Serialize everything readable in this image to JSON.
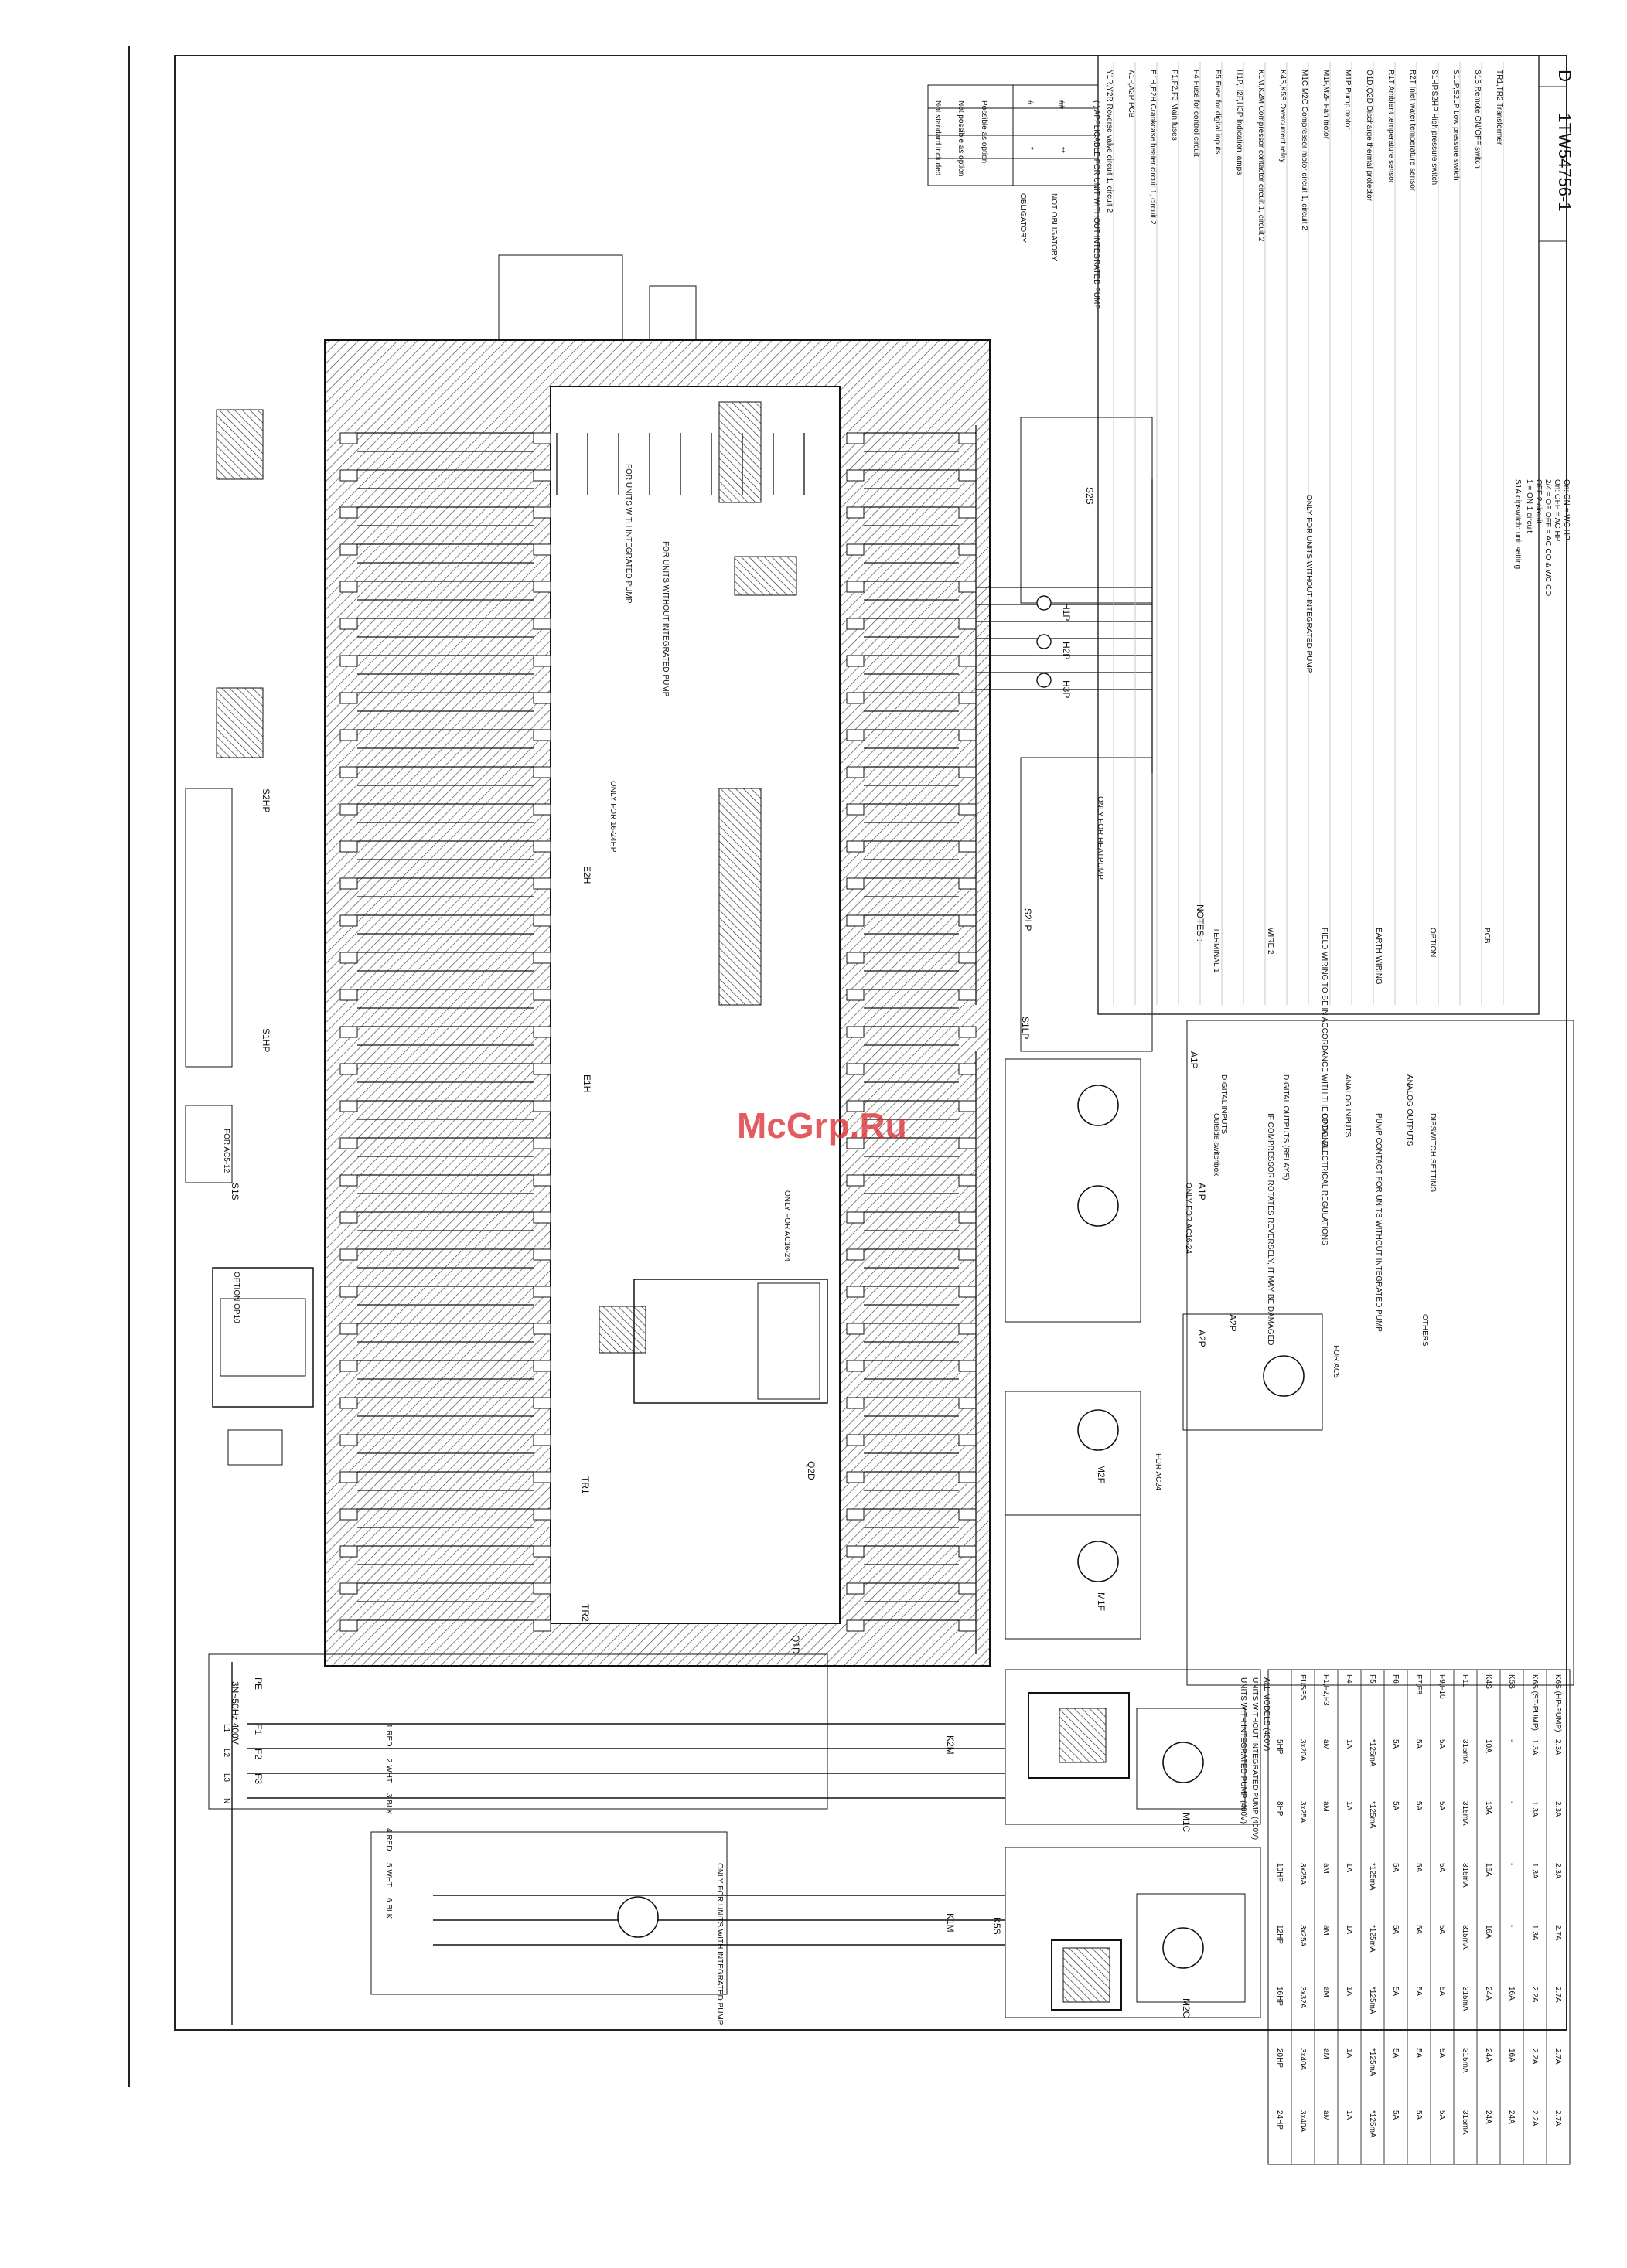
{
  "watermark": "McGrp.Ru",
  "drawing_number": "1TW54756-1",
  "revision": "D",
  "panels": [
    {
      "id": "c_opt_pump",
      "label": "ONLY FOR UNITS WITH INTEGRATED PUMP"
    },
    {
      "id": "c_ac16_24",
      "label": "ONLY FOR AC16-24"
    },
    {
      "id": "c_fan_ac24",
      "label": "ONLY FOR AC16-24"
    },
    {
      "id": "c_ac5",
      "label": "FOR AC5"
    },
    {
      "id": "c_ac24",
      "label": "FOR AC24"
    },
    {
      "id": "c_ac5_12",
      "label": "FOR AC5-12"
    },
    {
      "id": "c_wo_pump",
      "label": "FOR UNITS WITHOUT INTEGRATED PUMP"
    },
    {
      "id": "c_heatpump",
      "label": "ONLY FOR HEATPUMP"
    },
    {
      "id": "c_16_24",
      "label": "ONLY FOR 16-24HP"
    },
    {
      "id": "c_w_pump",
      "label": "FOR UNITS WITH INTEGRATED PUMP"
    },
    {
      "id": "c_op10",
      "label": "OPTION OP10"
    },
    {
      "id": "c_op_without",
      "label": "ONLY FOR UNITS WITHOUT INTEGRATED PUMP"
    }
  ],
  "components": {
    "m1c": "M1C",
    "m2c": "M2C",
    "m1f": "M1F",
    "m2f": "M2F",
    "k1m": "K1M",
    "k2m": "K2M",
    "k5s": "K5S",
    "a1p": "A1P",
    "a2p": "A2P",
    "tr1": "TR1",
    "tr2": "TR2",
    "e1h": "E1H",
    "e2h": "E2H",
    "s1hp": "S1HP",
    "s2hp": "S2HP",
    "s1lp": "S1LP",
    "s2lp": "S2LP",
    "q1d": "Q1D",
    "q2d": "Q2D",
    "s1s": "S1S",
    "s2s": "S2S",
    "h1p": "H1P",
    "h2p": "H2P",
    "h3p": "H3P",
    "f1": "F1",
    "f2": "F2",
    "f3": "F3",
    "pe": "PE"
  },
  "power_supply": {
    "label": "3N~50Hz 400V",
    "phases": [
      "L1",
      "L2",
      "L3",
      "N"
    ],
    "wires": [
      "1 RED",
      "2 WHT",
      "3 BLK",
      "4 RED",
      "5 WHT",
      "6 BLK"
    ]
  },
  "notes": {
    "heading": "NOTES :",
    "items": [
      "TERMINAL 1",
      "WIRE 2",
      "FIELD WIRING TO BE IN ACCORDANCE WITH THE LOCAL ELECTRICAL REGULATIONS",
      "EARTH WIRING",
      "OPTION",
      "PCB",
      "Outside switchbox",
      "IF COMPRESSOR ROTATES REVERSELY, IT MAY BE DAMAGED",
      "OPTIONAL",
      "PUMP CONTACT FOR UNITS WITHOUT INTEGRATED PUMP",
      "DIPSWITCH SETTING"
    ]
  },
  "io_legend": {
    "a1p_title": "A1P",
    "a2p_title": "A2P",
    "digital_inputs": "DIGITAL INPUTS",
    "digital_outputs": "DIGITAL OUTPUTS (RELAYS)",
    "analog_inputs": "ANALOG INPUTS",
    "analog_outputs": "ANALOG OUTPUTS",
    "others": "OTHERS"
  },
  "fuse_table": {
    "title": "UNITS WITH INTEGRATED PUMP (400V)",
    "title2": "UNITS WITHOUT INTEGRATED PUMP (400V)",
    "title3": "ALL MODELS (400V)",
    "columns": [
      "5HP",
      "8HP",
      "10HP",
      "12HP",
      "16HP",
      "20HP",
      "24HP"
    ],
    "rows": [
      {
        "name": "FUSES",
        "values": [
          "3x20A",
          "3x25A",
          "3x25A",
          "3x25A",
          "3x32A",
          "3x40A",
          "3x40A"
        ]
      },
      {
        "name": "F1,F2,F3",
        "values": [
          "aM",
          "aM",
          "aM",
          "aM",
          "aM",
          "aM",
          "aM"
        ]
      },
      {
        "name": "F4",
        "values": [
          "1A",
          "1A",
          "1A",
          "1A",
          "1A",
          "1A",
          "1A"
        ]
      },
      {
        "name": "F5",
        "values": [
          "*125mA",
          "*125mA",
          "*125mA",
          "*125mA",
          "*125mA",
          "*125mA",
          "*125mA"
        ]
      },
      {
        "name": "F6",
        "values": [
          "5A",
          "5A",
          "5A",
          "5A",
          "5A",
          "5A",
          "5A"
        ]
      },
      {
        "name": "F7,F8",
        "values": [
          "5A",
          "5A",
          "5A",
          "5A",
          "5A",
          "5A",
          "5A"
        ]
      },
      {
        "name": "F9,F10",
        "values": [
          "5A",
          "5A",
          "5A",
          "5A",
          "5A",
          "5A",
          "5A"
        ]
      },
      {
        "name": "F11",
        "values": [
          "315mA",
          "315mA",
          "315mA",
          "315mA",
          "315mA",
          "315mA",
          "315mA"
        ]
      },
      {
        "name": "K4S",
        "values": [
          "10A",
          "13A",
          "16A",
          "16A",
          "24A",
          "24A",
          "24A"
        ]
      },
      {
        "name": "K5S",
        "values": [
          "-",
          "-",
          "-",
          "-",
          "16A",
          "16A",
          "24A"
        ]
      },
      {
        "name": "K6S (ST-PUMP)",
        "values": [
          "1.3A",
          "1.3A",
          "1.3A",
          "1.3A",
          "2.2A",
          "2.2A",
          "2.2A"
        ]
      },
      {
        "name": "K6S (HP-PUMP)",
        "values": [
          "2.3A",
          "2.3A",
          "2.3A",
          "2.7A",
          "2.7A",
          "2.7A",
          "2.7A"
        ]
      }
    ]
  },
  "legend_rows": [
    "Y1R,Y2R  Reverse valve circuit 1, circuit 2",
    "A1P,A2P  PCB",
    "E1H,E2H  Crankcase heater circuit 1, circuit 2",
    "F1,F2,F3  Main fuses",
    "F4  Fuse for control circuit",
    "F5  Fuse for digital inputs",
    "H1P,H2P,H3P  Indication lamps",
    "K1M,K2M  Compressor contactor circuit 1, circuit 2",
    "K4S,K5S  Overcurrent relay",
    "M1C,M2C  Compressor motor circuit 1, circuit 2",
    "M1F,M2F  Fan motor",
    "M1P  Pump motor",
    "Q1D,Q2D  Discharge thermal protector",
    "R1T  Ambient temperature sensor",
    "R2T  Inlet water temperature sensor",
    "S1HP,S2HP  High pressure switch",
    "S1LP,S2LP  Low pressure switch",
    "S1S  Remote ON/OFF switch",
    "TR1,TR2  Transformer"
  ],
  "table_header": [
    "Not standard included",
    "Not possible as option",
    "Possible as option"
  ],
  "table_rows": [
    "OBLIGATORY",
    "NOT OBLIGATORY"
  ],
  "table_marks": [
    "#",
    "##",
    "*",
    "**"
  ],
  "table_note": "( ) APPLICABLE FOR UNIT WITHOUT INTEGRATED PUMP",
  "dipswitch": {
    "title": "S1A dipswitch: unit setting",
    "lines": [
      "1 = ON 1 circuit",
      "OFF 2 circuit",
      "2/4 = OF OFF = AC CO & WC CO",
      "On: OFF = AC HP",
      "On: ON = WC HP"
    ]
  }
}
